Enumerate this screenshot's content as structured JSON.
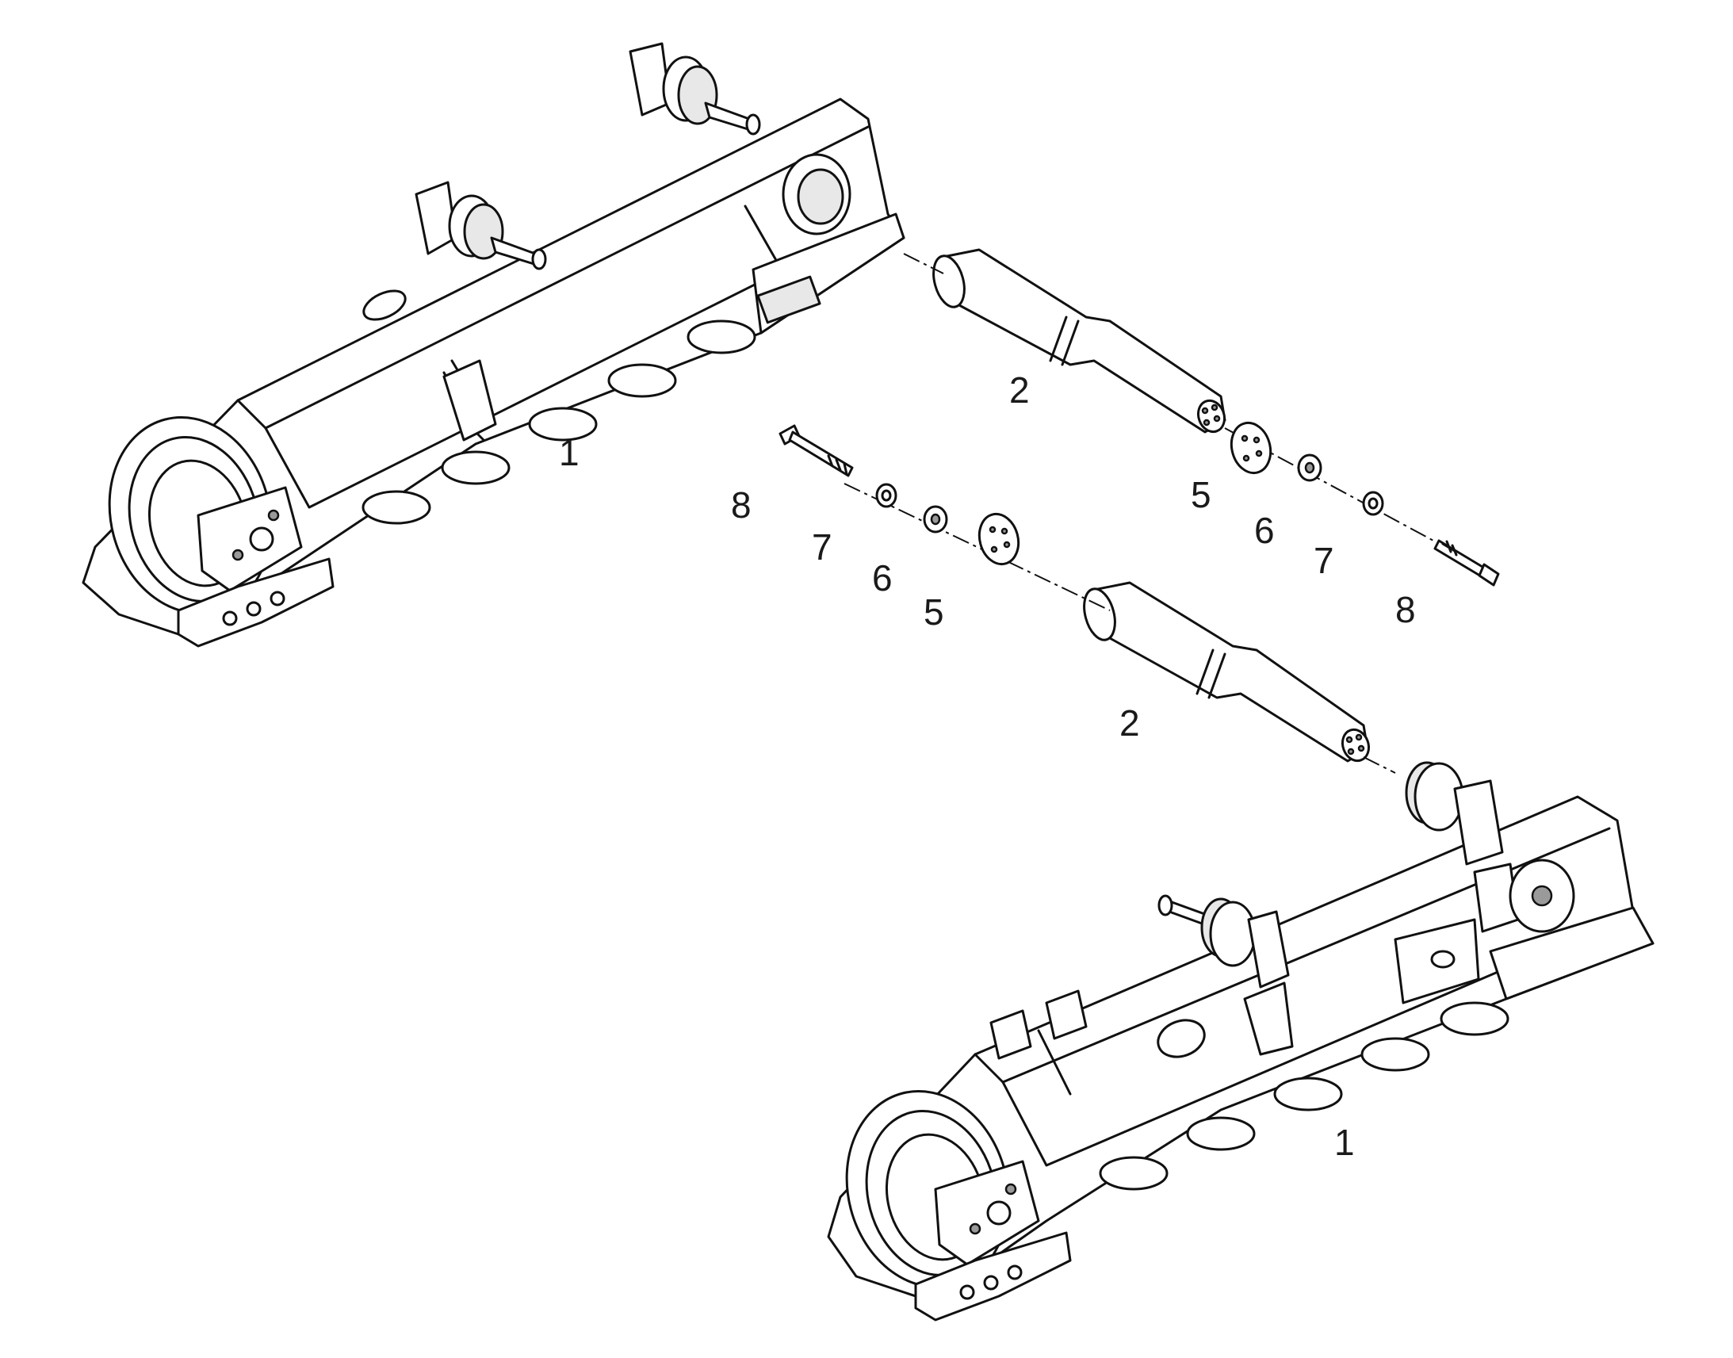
{
  "callouts": {
    "c1_top": "1",
    "c1_bottom": "1",
    "c2_top": "2",
    "c2_bottom": "2",
    "c5_right": "5",
    "c5_left": "5",
    "c6_right": "6",
    "c6_left": "6",
    "c7_right": "7",
    "c7_left": "7",
    "c8_left": "8",
    "c8_right": "8"
  },
  "colors": {
    "line": "#111111",
    "paper": "#ffffff",
    "shade": "#e8e8e8",
    "dark": "#9a9a9a"
  }
}
